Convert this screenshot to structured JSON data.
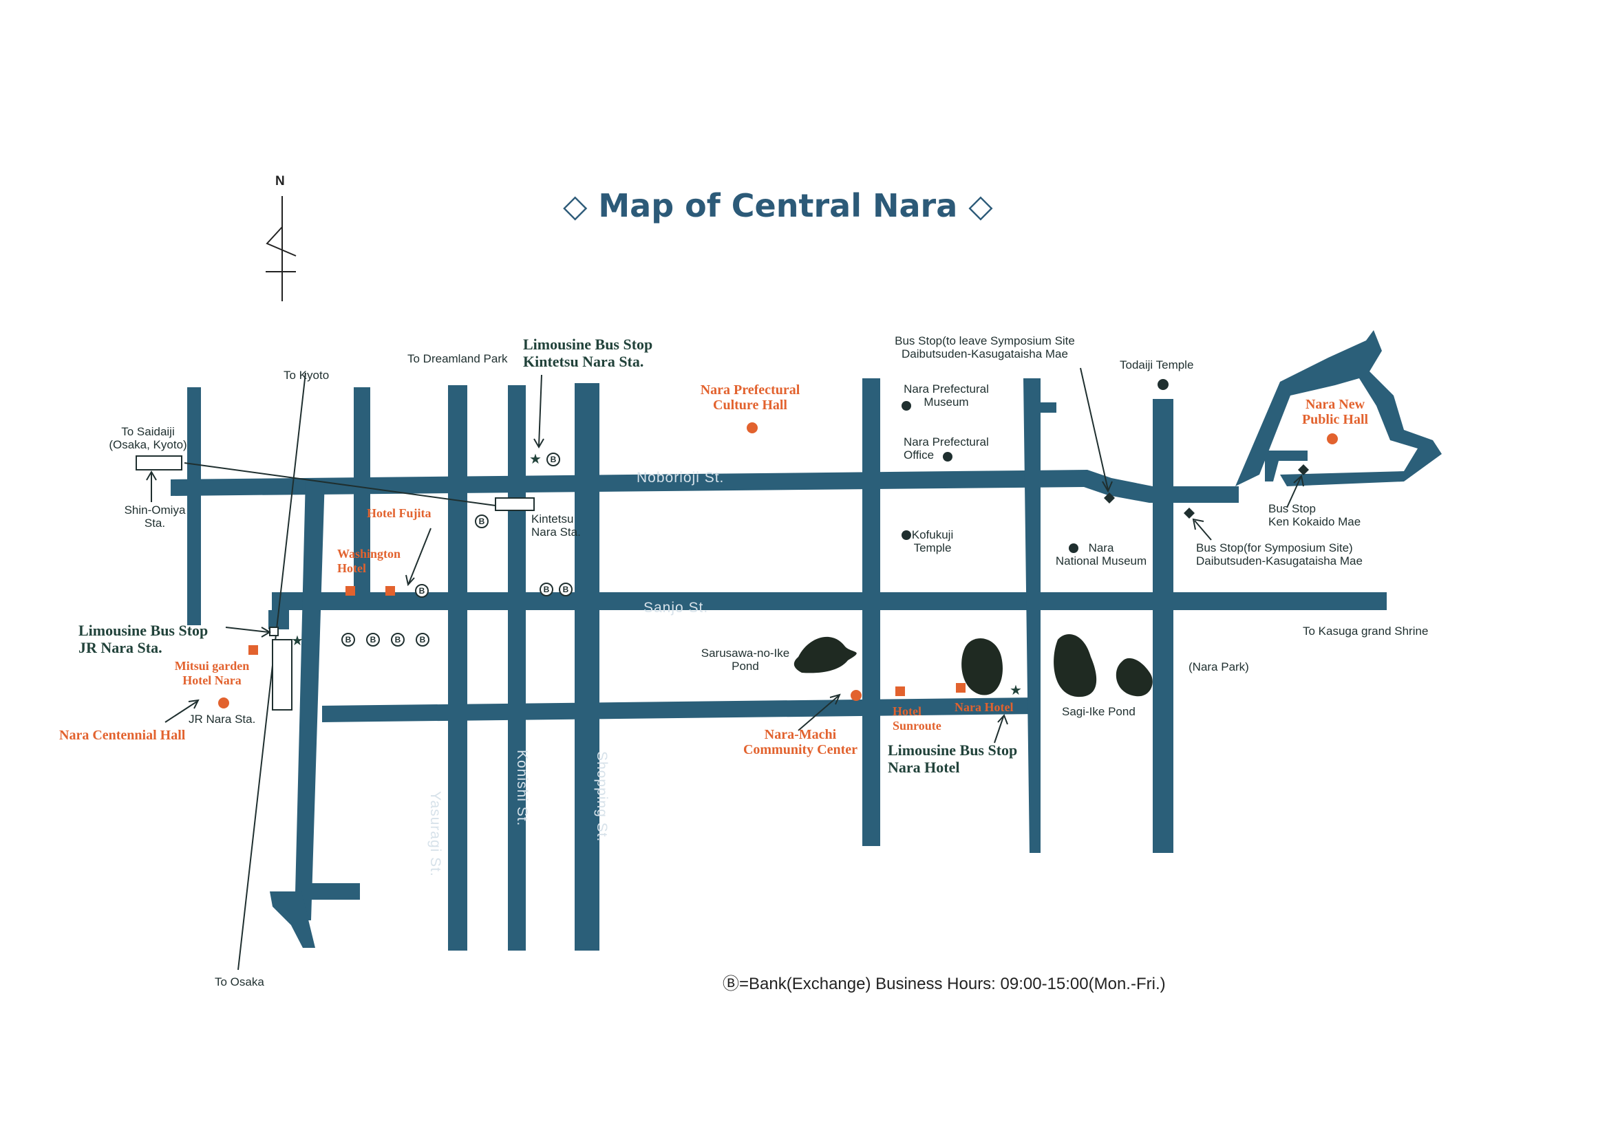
{
  "title": "Map of Central Nara",
  "north": "N",
  "streets": {
    "noborioji": "Noborioji St.",
    "sanjo": "Sanjo St.",
    "yasuragi": "Yasuragi St.",
    "konishi": "Konishi St.",
    "shopping": "Shopping St."
  },
  "places": {
    "to_saidaiji": "To Saidaiji",
    "to_saidaiji_sub": "(Osaka, Kyoto)",
    "to_kyoto": "To Kyoto",
    "to_dreamland": "To Dreamland Park",
    "to_osaka": "To Osaka",
    "to_kasuga": "To Kasuga grand Shrine",
    "shin_omiya_1": "Shin-Omiya",
    "shin_omiya_2": "Sta.",
    "kintetsu_1": "Kintetsu",
    "kintetsu_2": "Nara Sta.",
    "jr_nara": "JR Nara Sta.",
    "pref_museum_1": "Nara Prefectural",
    "pref_museum_2": "Museum",
    "pref_office_1": "Nara Prefectural",
    "pref_office_2": "Office",
    "kofukuji_1": "Kofukuji",
    "kofukuji_2": "Temple",
    "national_museum_1": "Nara",
    "national_museum_2": "National Museum",
    "todaiji": "Todaiji Temple",
    "sarusawa_1": "Sarusawa-no-Ike",
    "sarusawa_2": "Pond",
    "sagi_pond": "Sagi-Ike Pond",
    "nara_park": "(Nara Park)",
    "bus_leave_1": "Bus Stop(to leave Symposium Site",
    "bus_leave_2": "Daibutsuden-Kasugataisha Mae",
    "bus_for_1": "Bus Stop(for Symposium Site)",
    "bus_for_2": "Daibutsuden-Kasugataisha Mae",
    "bus_ken_1": "Bus Stop",
    "bus_ken_2": "Ken Kokaido Mae"
  },
  "venues": {
    "culture_hall_1": "Nara Prefectural",
    "culture_hall_2": "Culture Hall",
    "public_hall_1": "Nara New",
    "public_hall_2": "Public Hall",
    "hotel_fujita": "Hotel Fujita",
    "washington_1": "Washington",
    "washington_2": "Hotel",
    "mitsui_1": "Mitsui garden",
    "mitsui_2": "Hotel Nara",
    "centennial": "Nara Centennial Hall",
    "machi_1": "Nara-Machi",
    "machi_2": "Community Center",
    "sunroute_1": "Hotel",
    "sunroute_2": "Sunroute",
    "nara_hotel": "Nara Hotel"
  },
  "limousine": {
    "kintetsu_1": "Limousine Bus Stop",
    "kintetsu_2": "Kintetsu Nara Sta.",
    "jr_1": "Limousine Bus Stop",
    "jr_2": "JR Nara Sta.",
    "hotel_1": "Limousine Bus Stop",
    "hotel_2": "Nara Hotel"
  },
  "bank_symbol": "B",
  "footer": "Ⓑ=Bank(Exchange)  Business Hours: 09:00-15:00(Mon.-Fri.)",
  "colors": {
    "road": "#2b5f79",
    "road_label": "#d7e2ea",
    "venue": "#e2622e",
    "landmark": "#1f2f2f",
    "pond": "#1f2a22",
    "title": "#2c5a78"
  }
}
